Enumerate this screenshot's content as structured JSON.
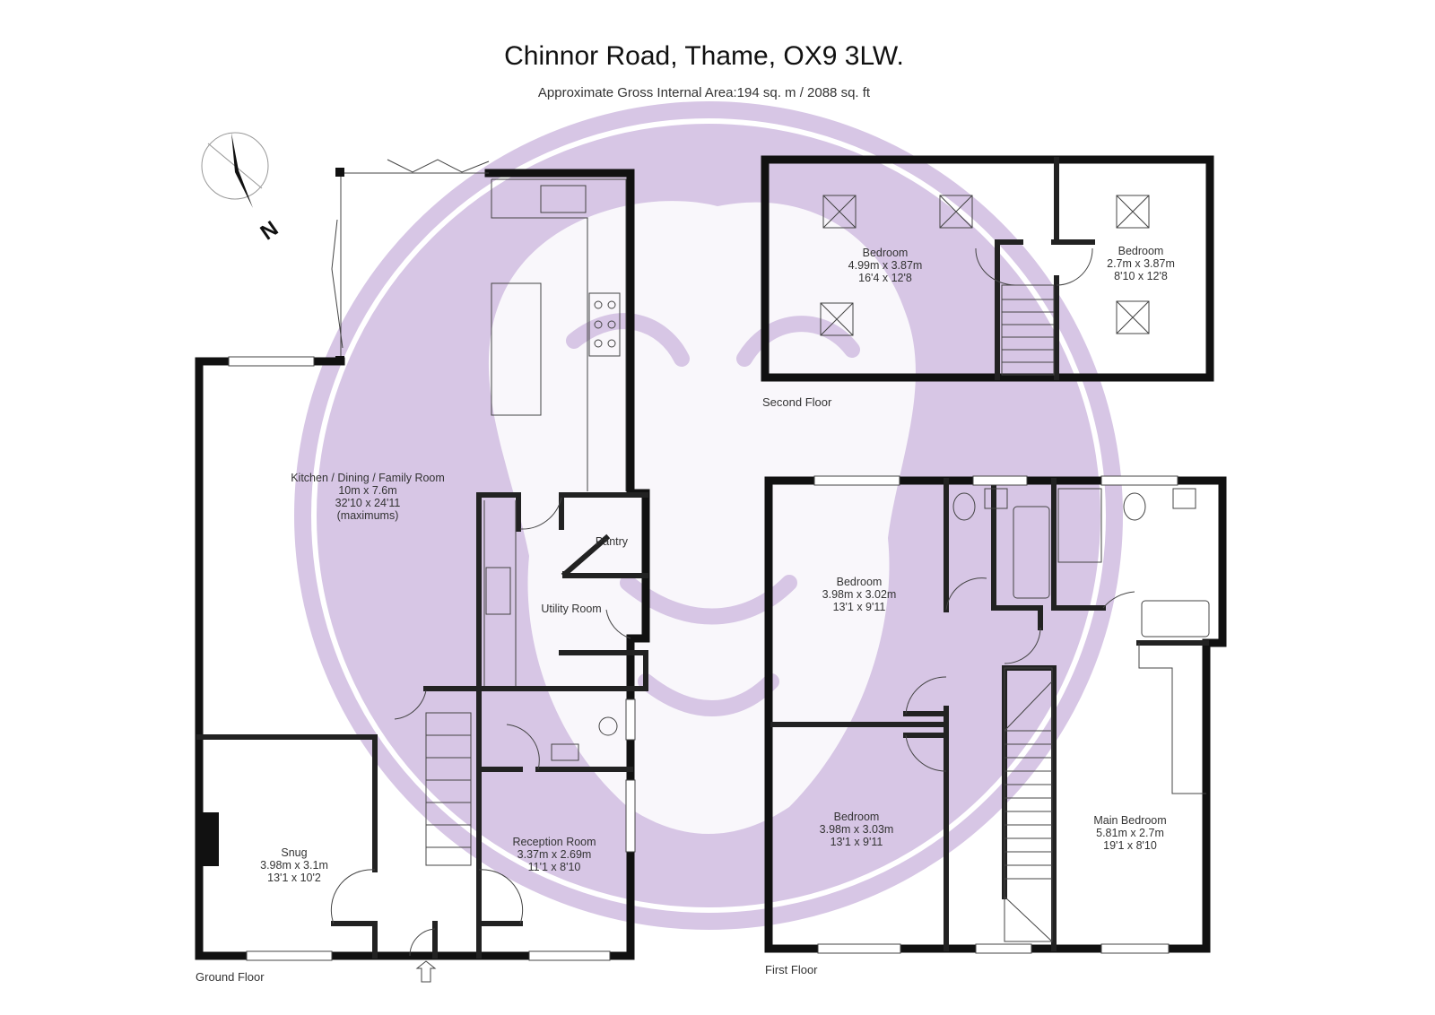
{
  "header": {
    "title": "Chinnor Road, Thame, OX9 3LW.",
    "subtitle": "Approximate Gross Internal Area:194 sq. m  / 2088 sq. ft"
  },
  "compass": {
    "label": "N"
  },
  "watermark_color": "#d7c6e5",
  "floors": {
    "ground": {
      "label": "Ground Floor",
      "rooms": {
        "kitchen": {
          "name": "Kitchen / Dining / Family Room",
          "metric": "10m x 7.6m",
          "imperial": "32'10 x 24'11",
          "note": "(maximums)"
        },
        "pantry": {
          "name": "Pantry"
        },
        "utility": {
          "name": "Utility Room"
        },
        "snug": {
          "name": "Snug",
          "metric": "3.98m x 3.1m",
          "imperial": "13'1 x 10'2"
        },
        "reception": {
          "name": "Reception Room",
          "metric": "3.37m x 2.69m",
          "imperial": "11'1 x 8'10"
        }
      }
    },
    "first": {
      "label": "First Floor",
      "rooms": {
        "bedroom1": {
          "name": "Bedroom",
          "metric": "3.98m x 3.02m",
          "imperial": "13'1 x 9'11"
        },
        "bedroom2": {
          "name": "Bedroom",
          "metric": "3.98m x 3.03m",
          "imperial": "13'1 x 9'11"
        },
        "main": {
          "name": "Main Bedroom",
          "metric": "5.81m x 2.7m",
          "imperial": "19'1 x 8'10"
        }
      }
    },
    "second": {
      "label": "Second Floor",
      "rooms": {
        "bedroom_left": {
          "name": "Bedroom",
          "metric": "4.99m x 3.87m",
          "imperial": "16'4 x 12'8"
        },
        "bedroom_right": {
          "name": "Bedroom",
          "metric": "2.7m x 3.87m",
          "imperial": "8'10 x 12'8"
        }
      }
    }
  }
}
